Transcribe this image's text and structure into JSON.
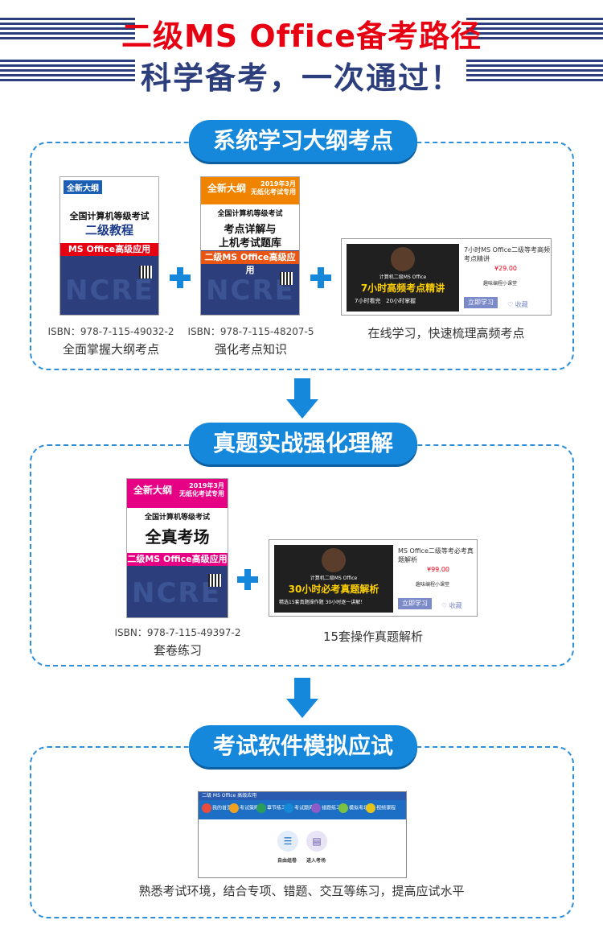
{
  "header": {
    "title": "二级MS Office备考路径",
    "subtitle": "科学备考，一次通过！"
  },
  "section1": {
    "title": "系统学习大纲考点",
    "book1": {
      "tag": "全新大纲",
      "title_line1": "全国计算机等级考试",
      "title_line2": "二级教程",
      "band": "MS Office高级应用",
      "isbn": "ISBN：978-7-115-49032-2",
      "caption": "全面掌握大纲考点"
    },
    "book2": {
      "tag": "全新大纲",
      "corner": "2019年3月\n无纸化考试专用",
      "series": "全国计算机等级考试",
      "title_line1": "考点详解与",
      "title_line2": "上机考试题库",
      "band": "二级MS Office高级应用",
      "isbn": "ISBN：978-7-115-48207-5",
      "caption": "强化考点知识"
    },
    "course": {
      "title": "7小时MS Office二级等考高频考点精讲",
      "price": "¥29.00",
      "banner_top": "计算机二级MS Office",
      "banner_main": "7小时高频考点精讲",
      "banner_sub1": "7小时看完",
      "banner_sub2": "20小时掌握",
      "author": "趣味编程小课堂",
      "button": "立即学习",
      "fav": "♡ 收藏",
      "caption": "在线学习，快速梳理高频考点"
    }
  },
  "section2": {
    "title": "真题实战强化理解",
    "book": {
      "tag": "全新大纲",
      "corner": "2019年3月\n无纸化考试专用",
      "series": "全国计算机等级考试",
      "title_line1": "全真考场",
      "band": "二级MS Office高级应用",
      "isbn": "ISBN：978-7-115-49397-2",
      "caption": "套卷练习"
    },
    "course": {
      "title": "MS Office二级等考必考真题解析",
      "price": "¥99.00",
      "banner_top": "计算机二级MS Office",
      "banner_main": "30小时必考真题解析",
      "banner_sub1": "精选15套真题操作题",
      "banner_sub2": "30小时逐一讲解！",
      "author": "趣味编程小课堂",
      "button": "立即学习",
      "fav": "♡ 收藏",
      "caption": "15套操作真题解析"
    }
  },
  "section3": {
    "title": "考试软件模拟应试",
    "software": {
      "window_title": "二级 MS Office 高级应用",
      "nav": [
        "我的首页",
        "考试策略",
        "章节练习",
        "考试题库",
        "错题练习",
        "模拟考场",
        "视频课程"
      ],
      "option1": "自由组卷",
      "option2": "进入考场"
    },
    "caption": "熟悉考试环境，结合专项、错题、交互等练习，提高应试水平"
  },
  "colors": {
    "accent_blue": "#1588dc",
    "title_red": "#e60012",
    "navy": "#2c3f7c"
  }
}
